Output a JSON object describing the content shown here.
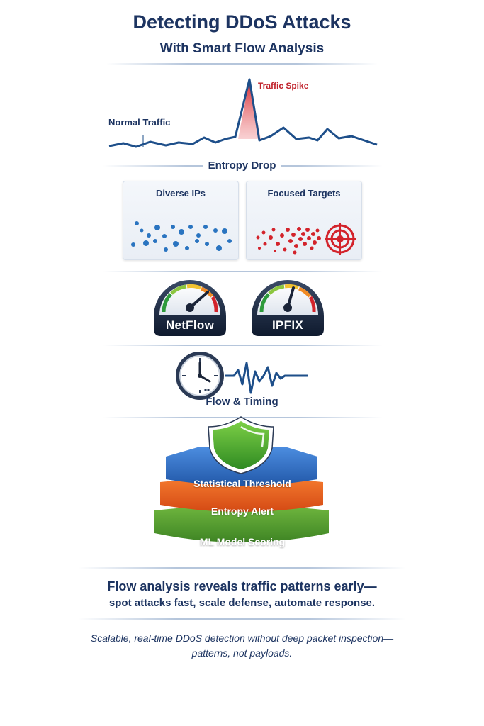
{
  "header": {
    "title": "Detecting DDoS Attacks",
    "subtitle": "With Smart Flow Analysis"
  },
  "traffic": {
    "normal_label": "Normal Traffic",
    "spike_label": "Traffic Spike",
    "line_color": "#1e4f8a",
    "spike_color": "#d3232b"
  },
  "entropy": {
    "label": "Entropy Drop",
    "left_panel": "Diverse IPs",
    "right_panel": "Focused Targets",
    "dot_blue": "#2a74c0",
    "dot_red": "#d3232b"
  },
  "gauges": [
    {
      "label": "NetFlow"
    },
    {
      "label": "IPFIX"
    }
  ],
  "timing": {
    "label": "Flow & Timing"
  },
  "layers": [
    {
      "label": "Statistical Threshold",
      "color": "#2f6fc6"
    },
    {
      "label": "Entropy Alert",
      "color": "#ec5d1f"
    },
    {
      "label": "ML Model Scoring",
      "color": "#4e9a2c"
    }
  ],
  "summary": {
    "line1": "Flow analysis reveals traffic patterns early—",
    "line2": "spot attacks fast, scale defense, automate response."
  },
  "footer": {
    "line1": "Scalable, real-time DDoS detection without deep packet inspection—",
    "line2": "patterns, not payloads."
  }
}
